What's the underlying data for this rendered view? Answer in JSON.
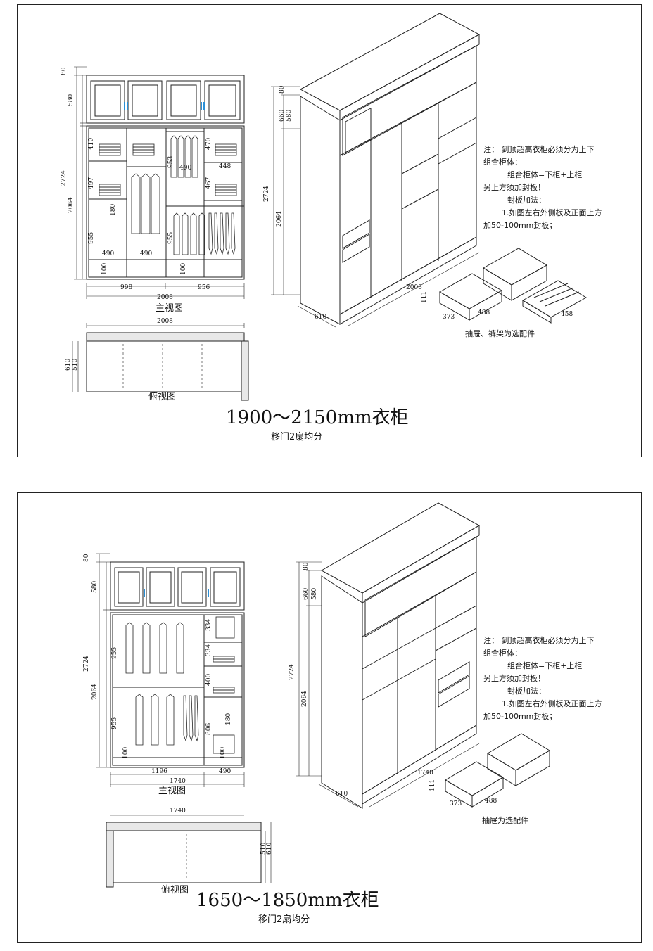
{
  "top": {
    "front_view_label": "主视图",
    "top_view_label": "俯视图",
    "title": "1900～2150mm衣柜",
    "subtitle": "移门2扇均分",
    "notes": [
      "注：  到顶超高衣柜必须分为上下",
      "组合柜体：",
      "组合柜体=下柜+上柜",
      "另上方须加封板！",
      "封板加法：",
      "1.如图左右外侧板及正面上方",
      "加50-100mm封板；"
    ],
    "accessory_note": "抽屉、裤架为选配件",
    "dims": {
      "d80": "80",
      "d580": "580",
      "d2724": "2724",
      "d2064": "2064",
      "d410": "410",
      "d497": "497",
      "d955a": "955",
      "d180": "180",
      "d955b": "955",
      "d490a": "490",
      "d490b": "490",
      "d100a": "100",
      "d100b": "100",
      "d998": "998",
      "d956": "956",
      "d2008": "2008",
      "d470": "470",
      "d448": "448",
      "d467": "467",
      "d490c": "490",
      "d953": "953",
      "top2008": "2008",
      "d610": "610",
      "d510": "510",
      "iso80": "80",
      "iso660": "660",
      "iso580": "580",
      "iso2724": "2724",
      "iso2064": "2064",
      "iso2008": "2008",
      "iso610": "610",
      "dr111": "111",
      "dr373": "373",
      "dr488": "488",
      "dr458": "458"
    }
  },
  "bottom": {
    "front_view_label": "主视图",
    "top_view_label": "俯视图",
    "title": "1650～1850mm衣柜",
    "subtitle": "移门2扇均分",
    "notes": [
      "注：  到顶超高衣柜必须分为上下",
      "组合柜体：",
      "组合柜体=下柜+上柜",
      "另上方须加封板！",
      "封板加法：",
      "1.如图左右外侧板及正面上方",
      "加50-100mm封板；"
    ],
    "accessory_note": "抽屉为选配件",
    "dims": {
      "d80": "80",
      "d580": "580",
      "d2724": "2724",
      "d2064": "2064",
      "d955a": "955",
      "d955b": "955",
      "d100a": "100",
      "d100b": "100",
      "d334a": "334",
      "d334b": "334",
      "d400": "400",
      "d180": "180",
      "d806": "806",
      "d1196": "1196",
      "d490": "490",
      "d1740": "1740",
      "top1740": "1740",
      "d510": "510",
      "d610": "610",
      "iso80": "80",
      "iso660": "660",
      "iso580": "580",
      "iso2724": "2724",
      "iso2064": "2064",
      "iso1740": "1740",
      "iso610": "610",
      "dr111": "111",
      "dr373": "373",
      "dr488": "488"
    }
  }
}
